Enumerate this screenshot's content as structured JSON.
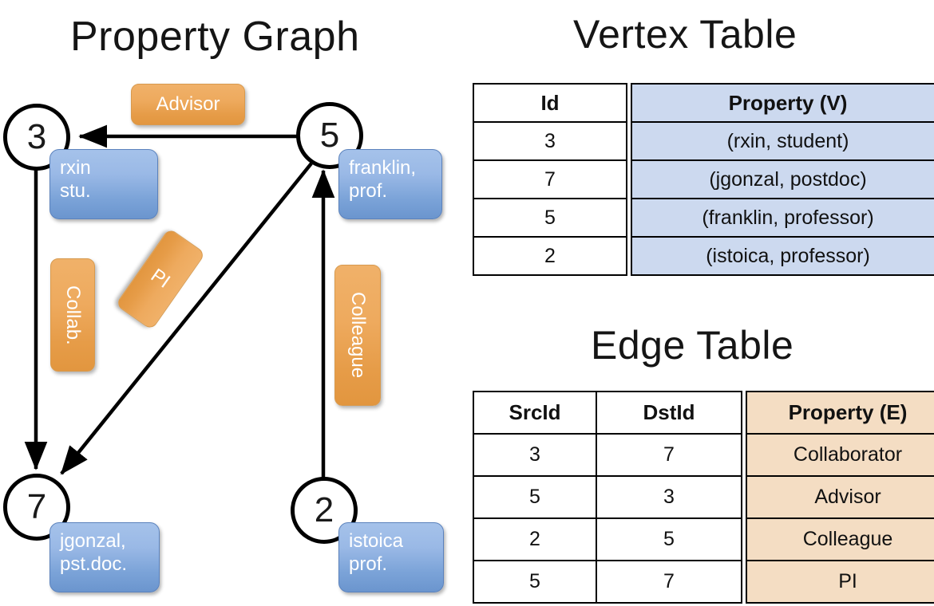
{
  "titles": {
    "property_graph": "Property Graph",
    "vertex_table": "Vertex Table",
    "edge_table": "Edge Table"
  },
  "graph": {
    "nodes": [
      {
        "id": "3",
        "prop_line1": "rxin",
        "prop_line2": "stu."
      },
      {
        "id": "5",
        "prop_line1": "franklin,",
        "prop_line2": "prof."
      },
      {
        "id": "7",
        "prop_line1": "jgonzal,",
        "prop_line2": "pst.doc."
      },
      {
        "id": "2",
        "prop_line1": "istoica",
        "prop_line2": "prof."
      }
    ],
    "edge_labels": {
      "advisor": "Advisor",
      "collab": "Collab.",
      "pi": "PI",
      "colleague": "Colleague"
    }
  },
  "vertex_table": {
    "headers": [
      "Id",
      "Property (V)"
    ],
    "rows": [
      {
        "id": "3",
        "property": "(rxin, student)"
      },
      {
        "id": "7",
        "property": "(jgonzal, postdoc)"
      },
      {
        "id": "5",
        "property": "(franklin, professor)"
      },
      {
        "id": "2",
        "property": "(istoica, professor)"
      }
    ]
  },
  "edge_table": {
    "headers": [
      "SrcId",
      "DstId",
      "Property (E)"
    ],
    "rows": [
      {
        "src": "3",
        "dst": "7",
        "property": "Collaborator"
      },
      {
        "src": "5",
        "dst": "3",
        "property": "Advisor"
      },
      {
        "src": "2",
        "dst": "5",
        "property": "Colleague"
      },
      {
        "src": "5",
        "dst": "7",
        "property": "PI"
      }
    ]
  },
  "colors": {
    "vertex_property_fill": "#ccd9ef",
    "edge_property_fill": "#f4ddc3",
    "node_box_blue": "#8db0e0",
    "edge_label_orange": "#eba css",
    "edge_label_orange_hex": "#eaa152",
    "stroke": "#000000"
  }
}
